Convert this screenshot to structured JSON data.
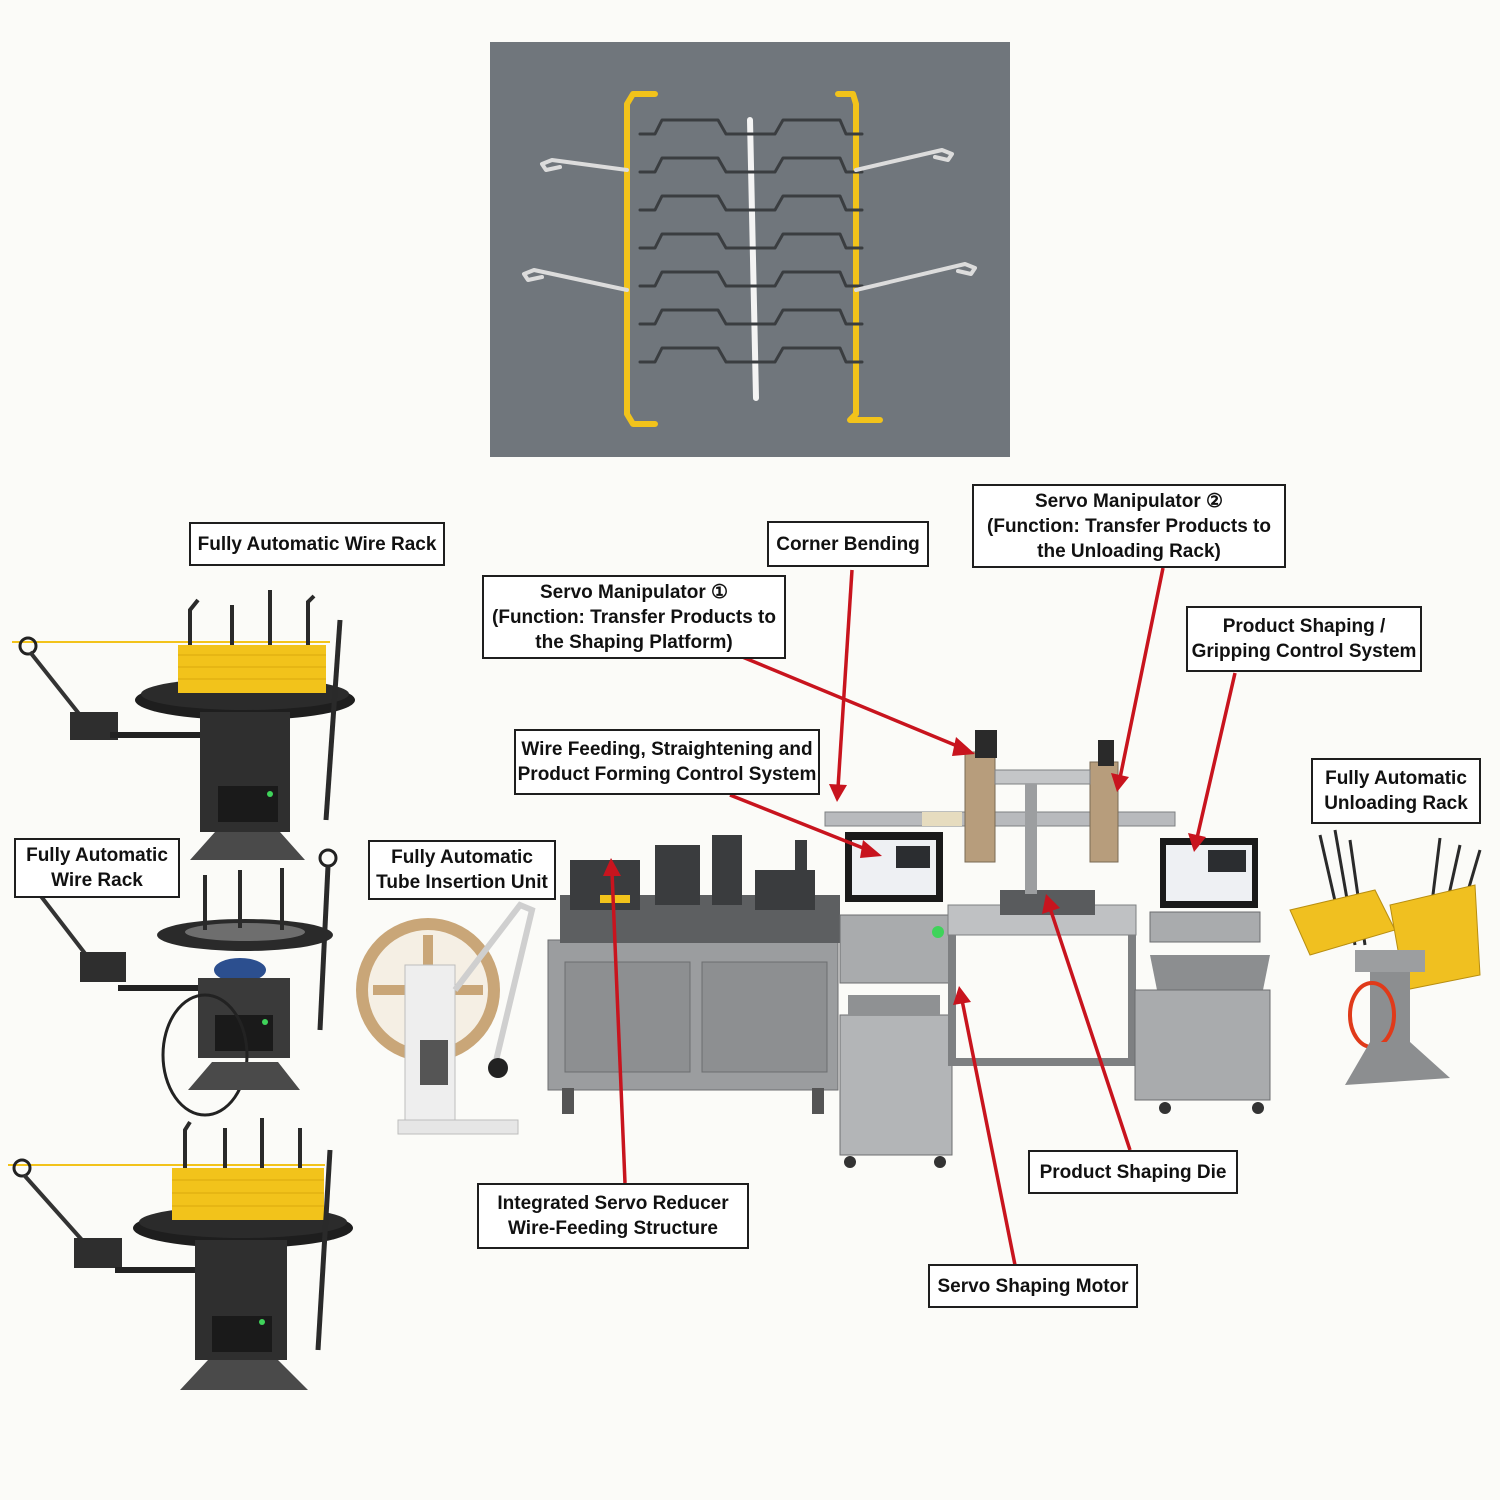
{
  "colors": {
    "arrow": "#c8141e",
    "label_border": "#1e1e1e",
    "frame_gray": "#8a8c8e",
    "wire_yellow": "#f2c31b",
    "photo_bg": "#6b7177"
  },
  "labels": {
    "wire_rack_top": "Fully Automatic Wire Rack",
    "wire_rack_mid": [
      "Fully Automatic",
      "Wire Rack"
    ],
    "tube_insertion": [
      "Fully Automatic",
      "Tube Insertion Unit"
    ],
    "servo_manip_1": [
      "Servo Manipulator ①",
      "(Function: Transfer Products to",
      "the Shaping Platform)"
    ],
    "corner_bending": "Corner Bending",
    "servo_manip_2": [
      "Servo Manipulator ②",
      "(Function: Transfer Products to",
      "the Unloading Rack)"
    ],
    "shaping_control": [
      "Product Shaping /",
      "Gripping Control System"
    ],
    "wire_feeding": [
      "Wire Feeding, Straightening and",
      "Product Forming Control System"
    ],
    "unloading_rack": [
      "Fully Automatic",
      "Unloading Rack"
    ],
    "servo_reducer": [
      "Integrated Servo Reducer",
      "Wire-Feeding Structure"
    ],
    "shaping_die": "Product Shaping Die",
    "shaping_motor": "Servo Shaping Motor"
  },
  "icons": {
    "product_photo": "bent-wire-product-photo",
    "wire_rack": "wire-spool-rack-icon",
    "tube_unit": "tube-reel-icon",
    "machine": "forming-machine-icon",
    "unloading": "unloading-rack-icon"
  }
}
